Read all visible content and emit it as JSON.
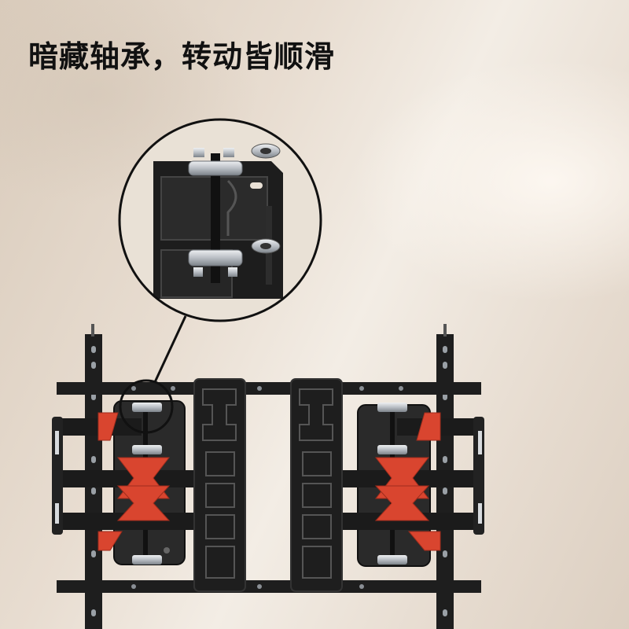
{
  "headline": "暗藏轴承，转动皆顺滑",
  "colors": {
    "steel": "#1e1e1e",
    "steel_edge": "#3a3a3a",
    "accent_orange": "#d9452f",
    "bearing_silver": "#c9cdd2",
    "wall": "#e9dfd4"
  },
  "callout": {
    "subject": "bearing-detail",
    "icon": "magnifier-circle"
  }
}
